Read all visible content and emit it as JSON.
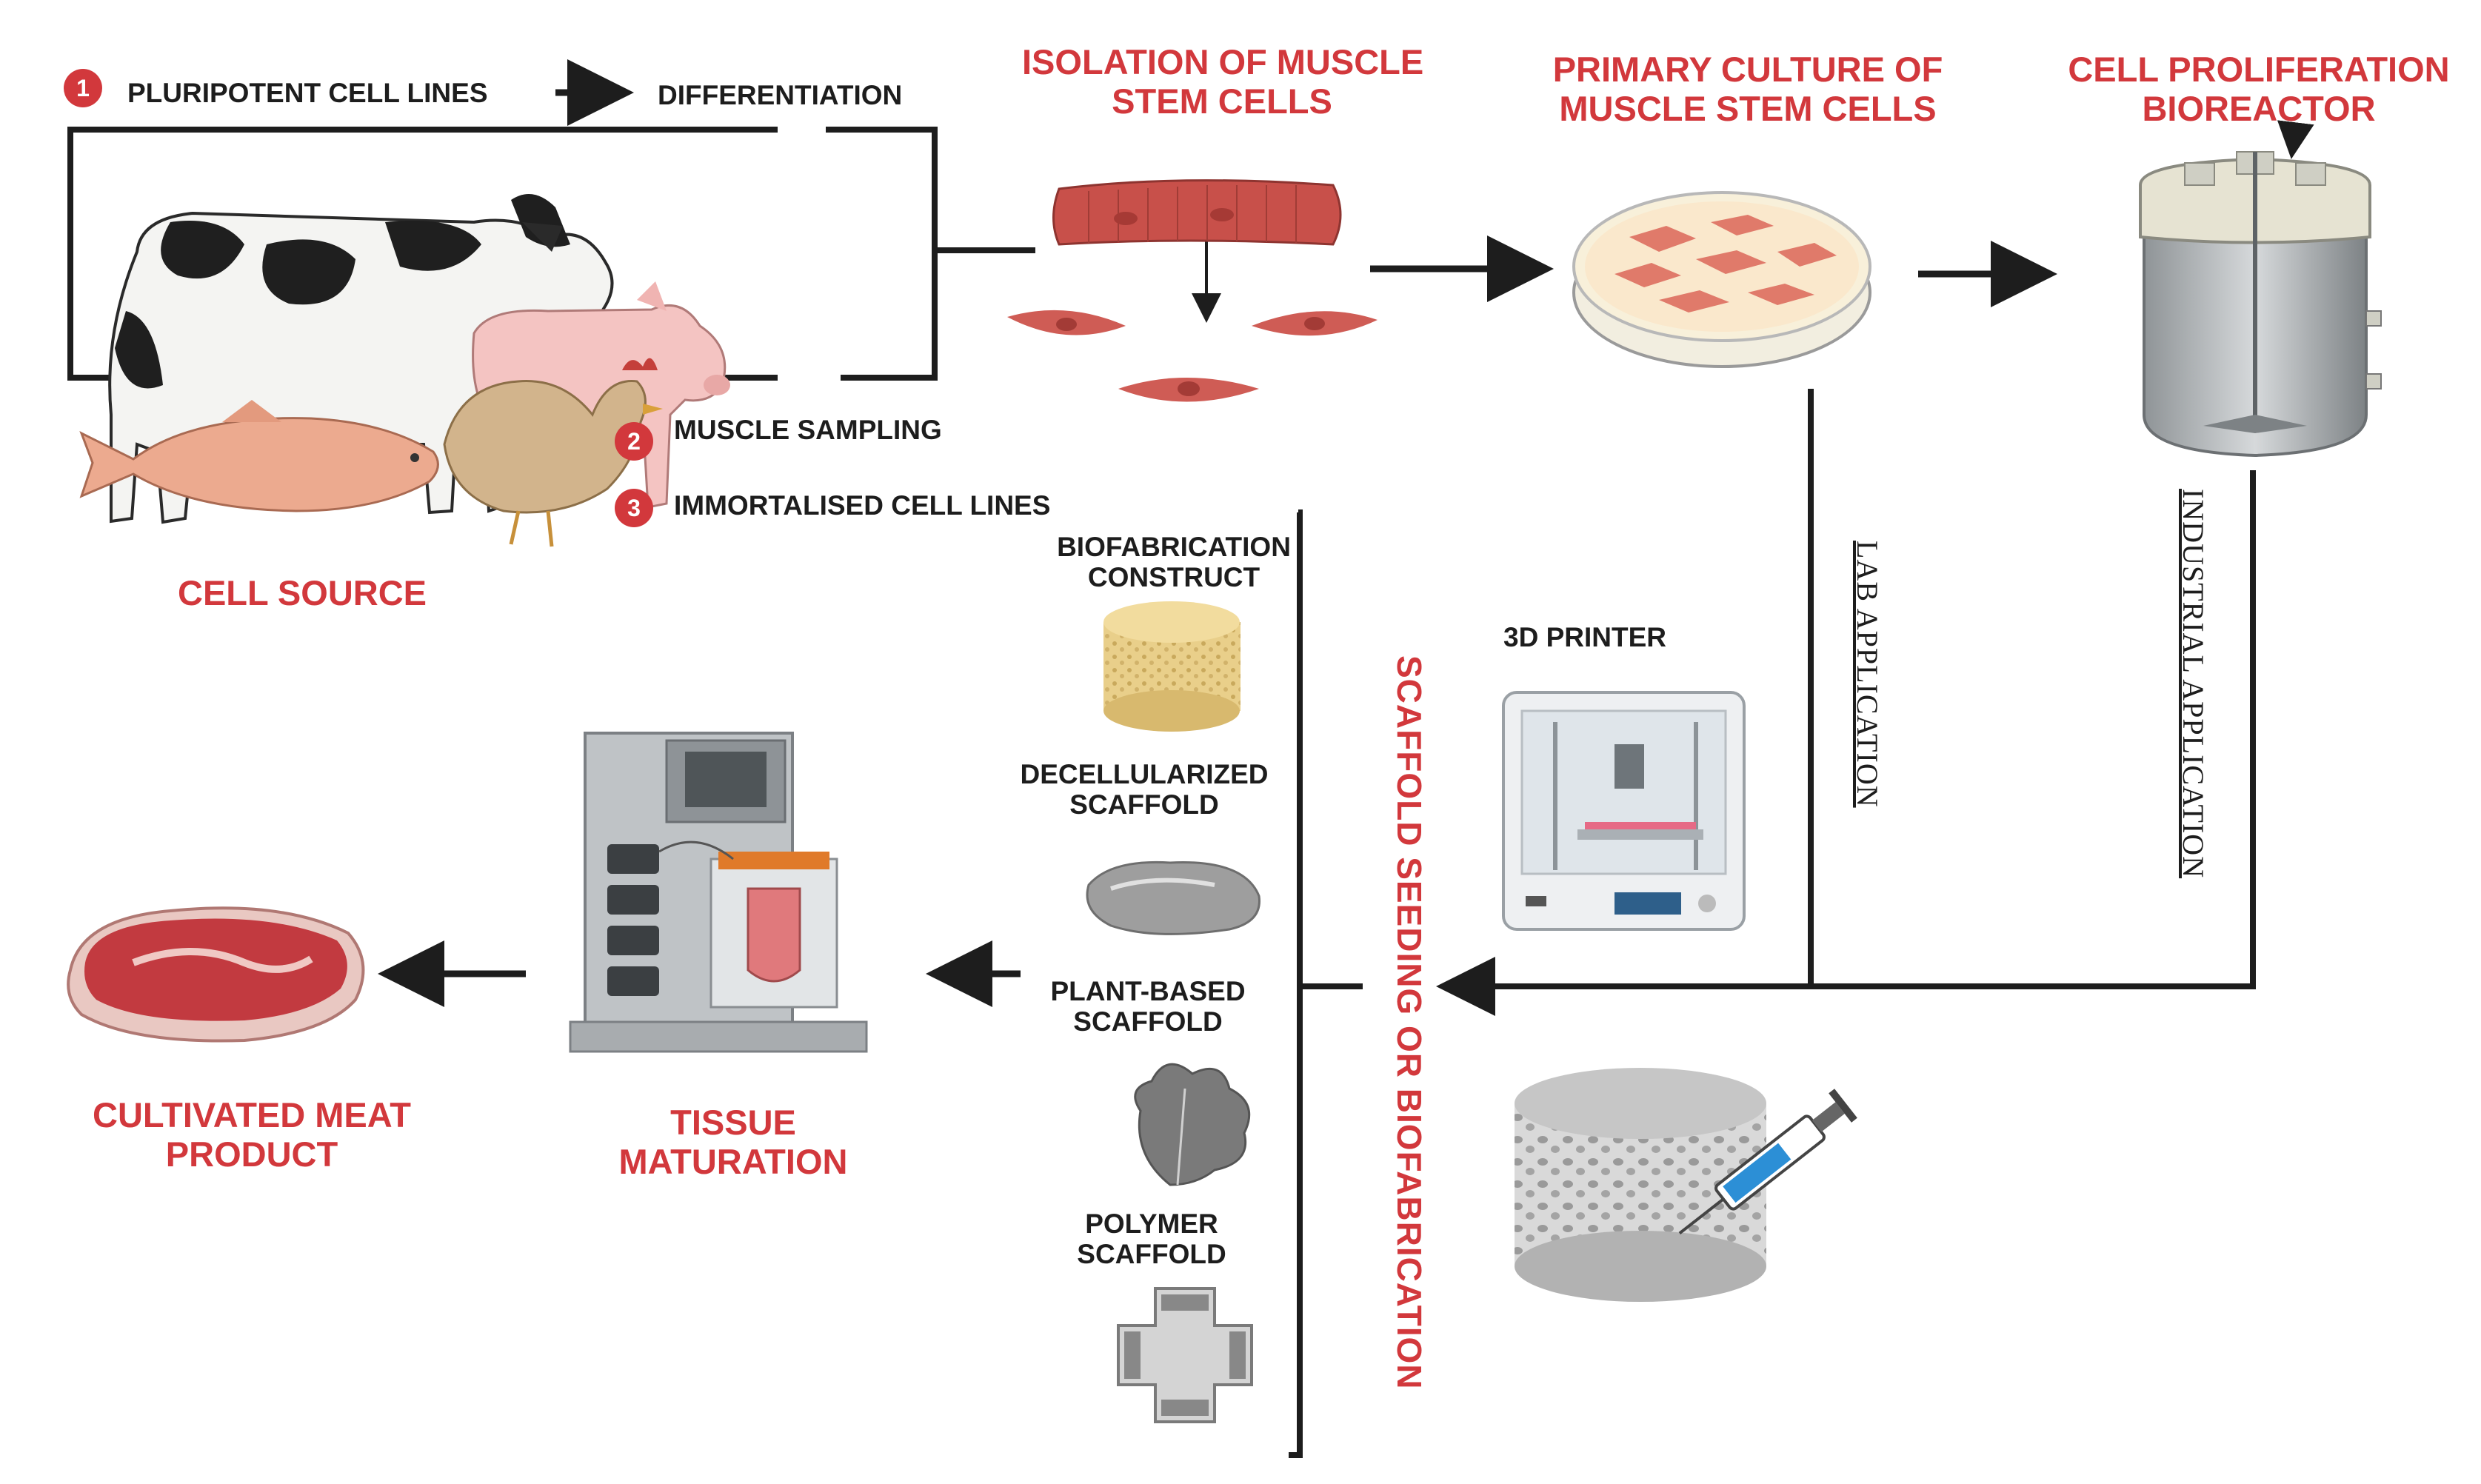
{
  "steps": {
    "pluripotent": {
      "number": "1",
      "label": "PLURIPOTENT CELL LINES"
    },
    "differentiation": "DIFFERENTIATION",
    "muscle_sampling": {
      "number": "2",
      "label": "MUSCLE SAMPLING"
    },
    "immortalised": {
      "number": "3",
      "label": "IMMORTALISED CELL LINES"
    }
  },
  "titles": {
    "cell_source": "CELL SOURCE",
    "isolation": [
      "ISOLATION OF MUSCLE",
      "STEM CELLS"
    ],
    "primary_culture": [
      "PRIMARY CULTURE OF",
      "MUSCLE STEM CELLS"
    ],
    "proliferation": [
      "CELL PROLIFERATION",
      "BIOREACTOR"
    ],
    "tissue_maturation": [
      "TISSUE",
      "MATURATION"
    ],
    "cultivated_meat": [
      "CULTIVATED MEAT",
      "PRODUCT"
    ],
    "scaffold_seeding": "SCAFFOLD SEEDING OR BIOFABRICATION"
  },
  "scaffolds": {
    "biofabrication": [
      "BIOFABRICATION",
      "CONSTRUCT"
    ],
    "decellularized": [
      "DECELLULARIZED",
      "SCAFFOLD"
    ],
    "plant_based": [
      "PLANT-BASED",
      "SCAFFOLD"
    ],
    "polymer": [
      "POLYMER",
      "SCAFFOLD"
    ]
  },
  "printer_label": "3D PRINTER",
  "lab_application": "LAB APPLICATION",
  "industrial_application": "INDUSTRIAL APPLICATION",
  "colors": {
    "accent_red": "#d2383c",
    "line": "#1d1d1d",
    "muscle": "#c8504a",
    "meat": "#c23a40"
  }
}
